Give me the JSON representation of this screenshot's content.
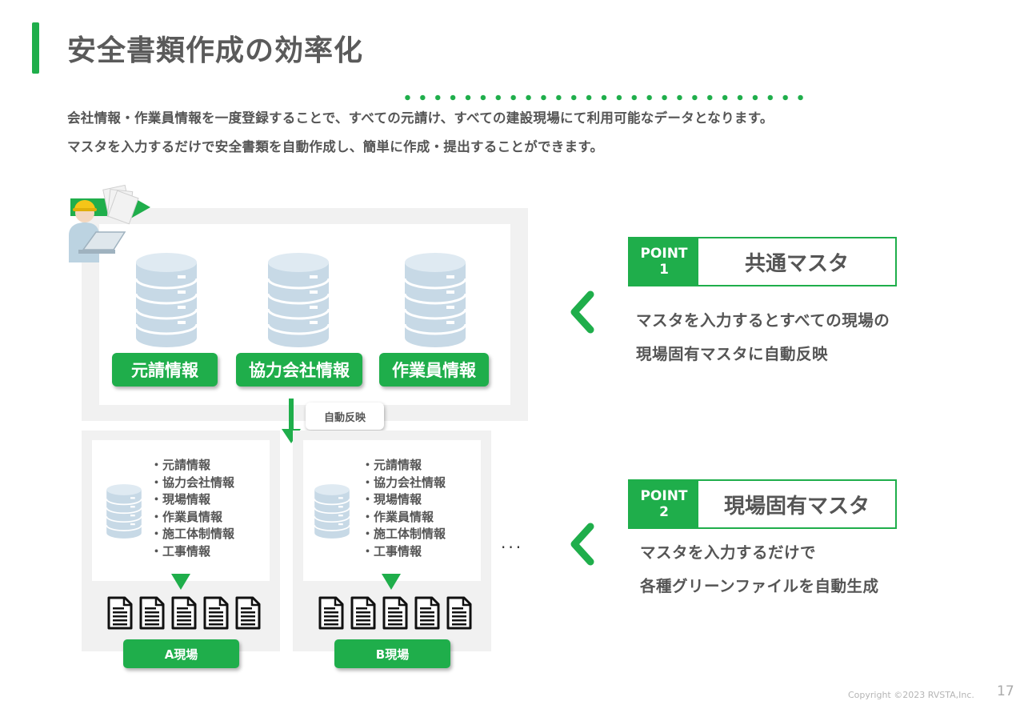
{
  "title": "安全書類作成の効率化",
  "lead": {
    "line1": "会社情報・作業員情報を一度登録することで、すべての元請け、すべての建設現場にて利用可能なデータとなります。",
    "line2": "マスタを入力するだけで安全書類を自動作成し、簡単に作成・提出することができます。"
  },
  "masters": [
    "元請情報",
    "協力会社情報",
    "作業員情報"
  ],
  "auto_reflect": "自動反映",
  "sites": [
    {
      "label": "A現場",
      "items": [
        "・元請情報",
        "・協力会社情報",
        "・現場情報",
        "・作業員情報",
        "・施工体制情報",
        "・工事情報"
      ]
    },
    {
      "label": "B現場",
      "items": [
        "・元請情報",
        "・協力会社情報",
        "・現場情報",
        "・作業員情報",
        "・施工体制情報",
        "・工事情報"
      ]
    }
  ],
  "ellipsis": "...",
  "points": [
    {
      "tag_word": "POINT",
      "tag_num": "1",
      "title": "共通マスタ",
      "desc": [
        "マスタを入力するとすべての現場の",
        "現場固有マスタに自動反映"
      ]
    },
    {
      "tag_word": "POINT",
      "tag_num": "2",
      "title": "現場固有マスタ",
      "desc": [
        "マスタを入力するだけで",
        "各種グリーンファイルを自動生成"
      ]
    }
  ],
  "footer": {
    "copyright": "Copyright ©2023 RVSTA,Inc.",
    "page": "17"
  },
  "icons": {
    "worker": "worker-with-laptop-icon",
    "database": "database-icon",
    "document": "document-icon",
    "chevron": "chevron-left-icon"
  },
  "colors": {
    "accent": "#1fae4b",
    "text": "#555555",
    "panel": "#f1f1f1",
    "database": "#c7d9e6"
  }
}
